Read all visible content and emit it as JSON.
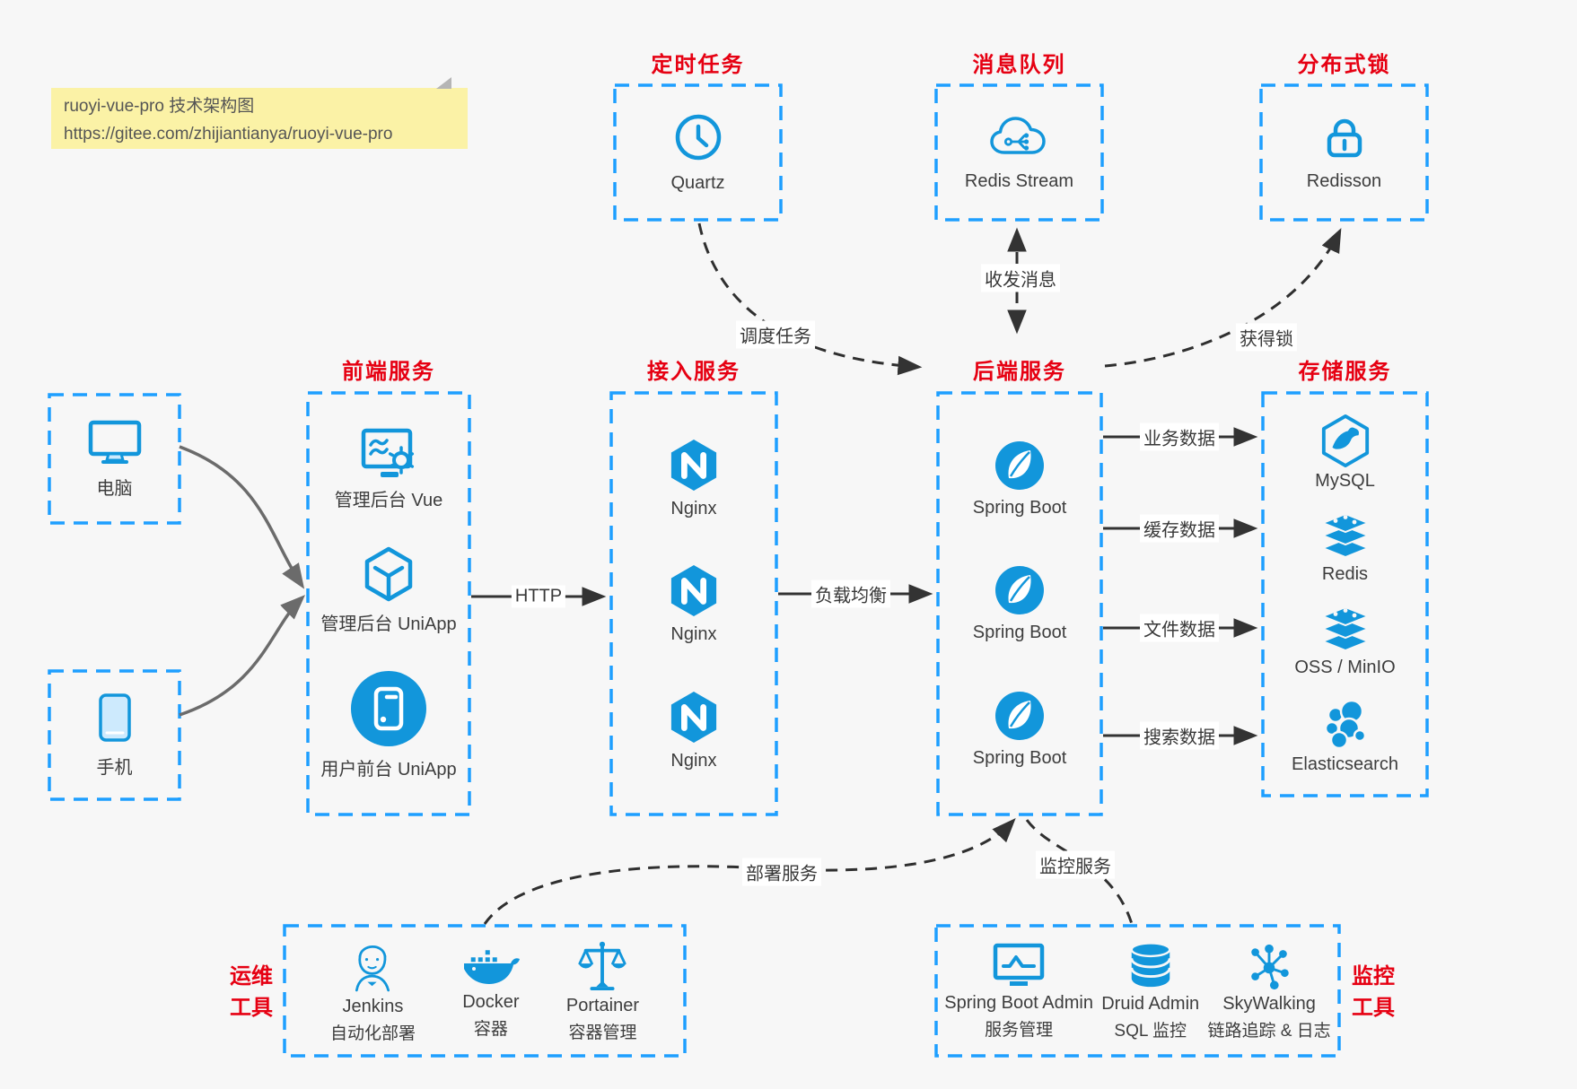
{
  "note": {
    "line1": "ruoyi-vue-pro 技术架构图",
    "line2": "https://gitee.com/zhijiantianya/ruoyi-vue-pro"
  },
  "top_groups": [
    {
      "title": "定时任务",
      "label": "Quartz",
      "icon": "clock-icon"
    },
    {
      "title": "消息队列",
      "label": "Redis Stream",
      "icon": "cloud-stream-icon"
    },
    {
      "title": "分布式锁",
      "label": "Redisson",
      "icon": "lock-icon"
    }
  ],
  "clients": [
    {
      "label": "电脑",
      "icon": "desktop-icon"
    },
    {
      "label": "手机",
      "icon": "phone-icon"
    }
  ],
  "columns": [
    {
      "title": "前端服务",
      "items": [
        {
          "label": "管理后台 Vue"
        },
        {
          "label": "管理后台 UniApp"
        },
        {
          "label": "用户前台 UniApp"
        }
      ]
    },
    {
      "title": "接入服务",
      "items": [
        {
          "label": "Nginx"
        },
        {
          "label": "Nginx"
        },
        {
          "label": "Nginx"
        }
      ]
    },
    {
      "title": "后端服务",
      "items": [
        {
          "label": "Spring Boot"
        },
        {
          "label": "Spring Boot"
        },
        {
          "label": "Spring Boot"
        }
      ]
    },
    {
      "title": "存储服务",
      "items": [
        {
          "label": "MySQL"
        },
        {
          "label": "Redis"
        },
        {
          "label": "OSS / MinIO"
        },
        {
          "label": "Elasticsearch"
        }
      ]
    }
  ],
  "bottom_groups": [
    {
      "label_line1": "运维",
      "label_line2": "工具",
      "items": [
        {
          "name": "Jenkins",
          "desc": "自动化部署"
        },
        {
          "name": "Docker",
          "desc": "容器"
        },
        {
          "name": "Portainer",
          "desc": "容器管理"
        }
      ]
    },
    {
      "label_line1": "监控",
      "label_line2": "工具",
      "items": [
        {
          "name": "Spring Boot Admin",
          "desc": "服务管理"
        },
        {
          "name": "Druid Admin",
          "desc": "SQL 监控"
        },
        {
          "name": "SkyWalking",
          "desc": "链路追踪 & 日志"
        }
      ]
    }
  ],
  "edge_labels": {
    "http": "HTTP",
    "load_balance": "负载均衡",
    "business_data": "业务数据",
    "cache_data": "缓存数据",
    "file_data": "文件数据",
    "search_data": "搜索数据",
    "schedule_task": "调度任务",
    "send_receive_message": "收发消息",
    "acquire_lock": "获得锁",
    "deploy_service": "部署服务",
    "monitor_service": "监控服务"
  },
  "colors": {
    "icon_blue": "#1296db",
    "border_blue": "#1e9fff",
    "title_red": "#e60012",
    "note_bg": "#fbf2a6",
    "background": "#f7f7f7",
    "arrow_dark": "#333333",
    "arrow_gray": "#6b6b6b"
  }
}
